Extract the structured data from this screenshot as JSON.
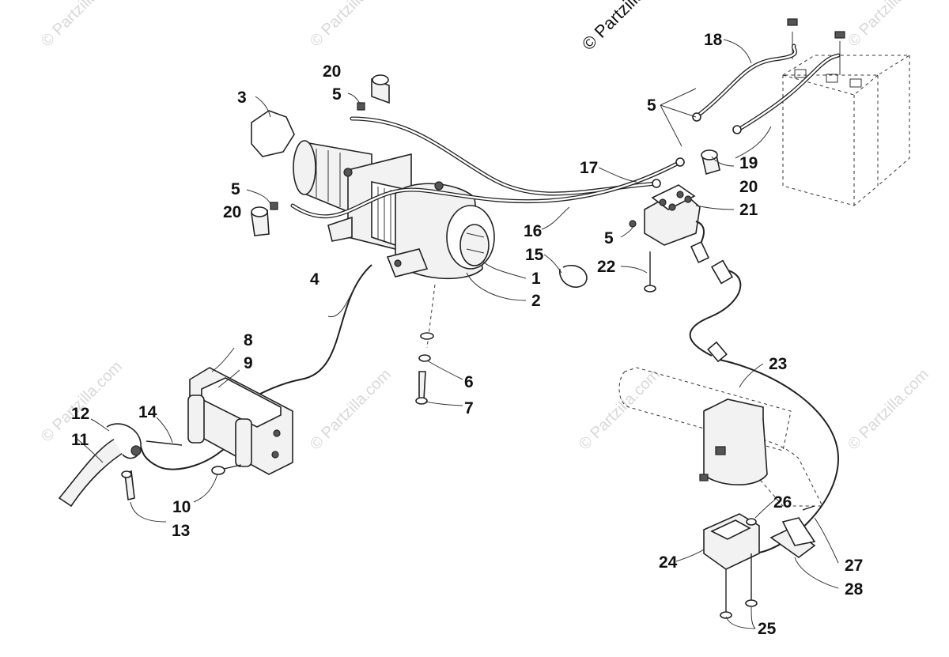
{
  "copyright": "© Partzilla",
  "watermark_text": "© Partzilla.com",
  "callouts": {
    "c1": "1",
    "c2": "2",
    "c3": "3",
    "c4": "4",
    "c5": "5",
    "c6": "6",
    "c7": "7",
    "c8": "8",
    "c9": "9",
    "c10": "10",
    "c11": "11",
    "c12": "12",
    "c13": "13",
    "c14": "14",
    "c15": "15",
    "c16": "16",
    "c17": "17",
    "c18": "18",
    "c19": "19",
    "c20": "20",
    "c21": "21",
    "c22": "22",
    "c23": "23",
    "c24": "24",
    "c25": "25",
    "c26": "26",
    "c27": "27",
    "c28": "28"
  },
  "colors": {
    "line": "#222222",
    "watermark": "#d8d8d8",
    "background": "#ffffff"
  }
}
